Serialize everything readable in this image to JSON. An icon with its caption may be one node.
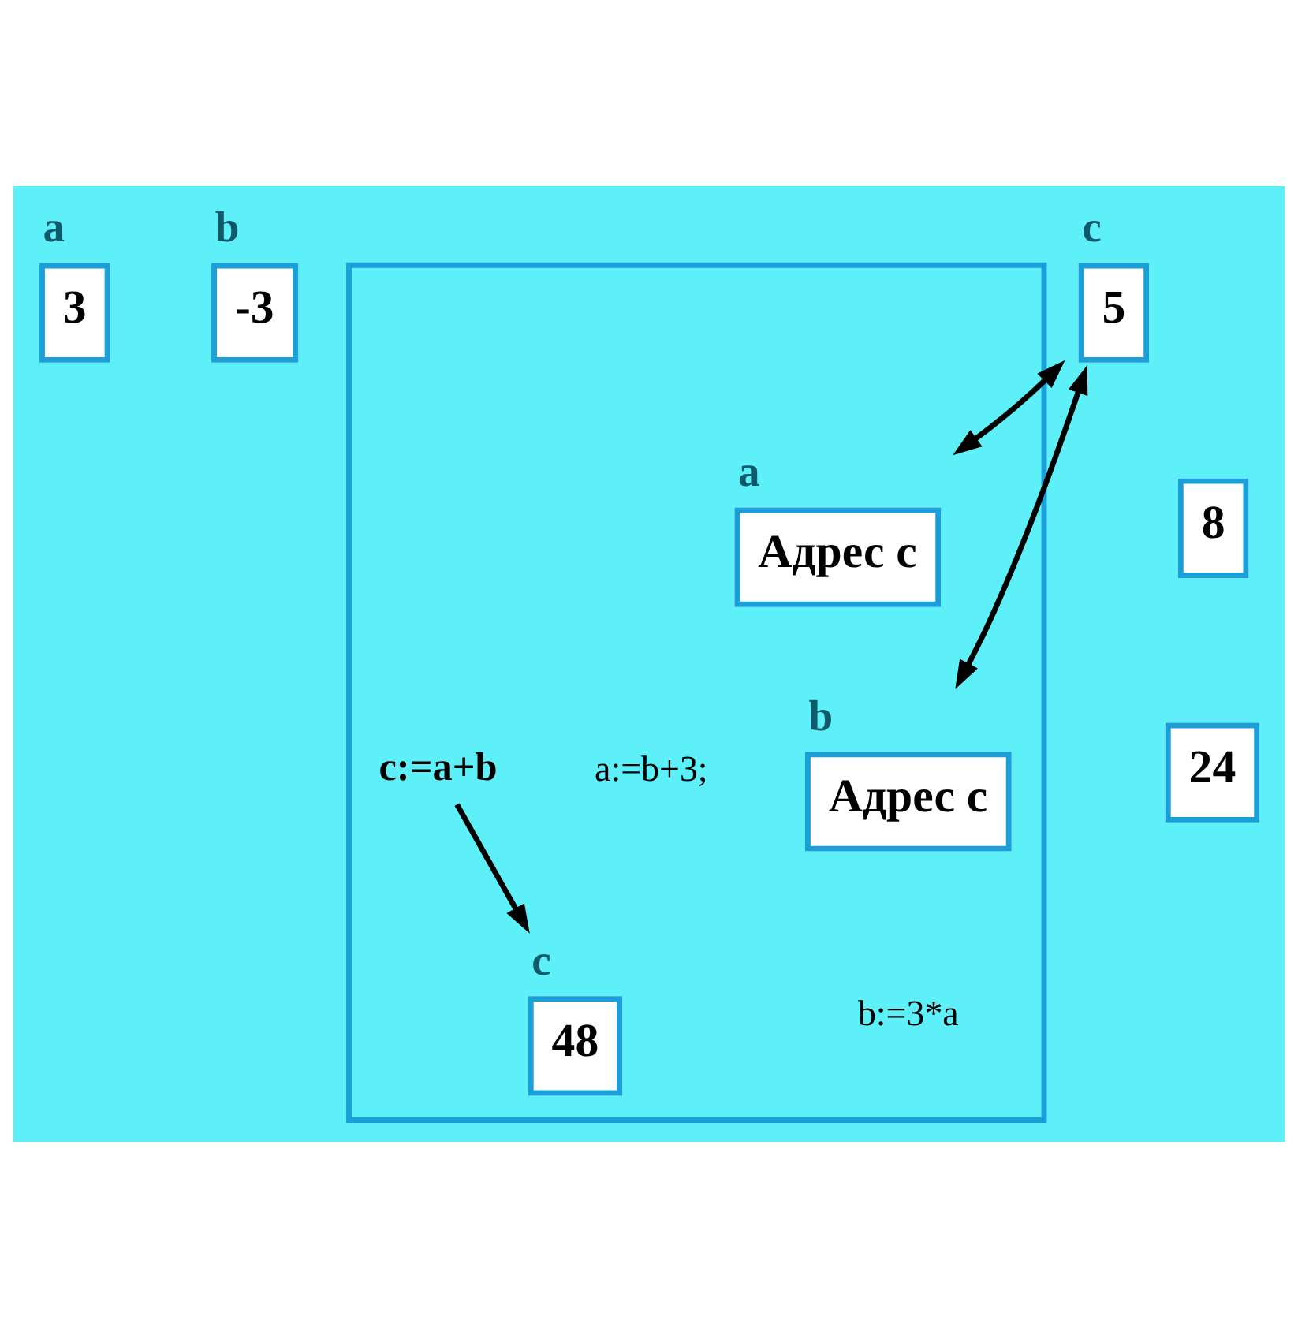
{
  "diagram": {
    "nodes": [
      {
        "text": [
          "a",
          "3"
        ]
      },
      {
        "text": [
          "b",
          "-3"
        ]
      },
      {
        "text": [
          "c",
          "5"
        ]
      },
      {
        "text": [],
        "shape": "box"
      },
      {
        "text": [
          "a",
          "Адрес с"
        ],
        "in": 3
      },
      {
        "text": [
          "b",
          "Адрес с"
        ],
        "in": 3
      },
      {
        "text": [
          "c",
          "48"
        ],
        "in": 3
      },
      {
        "text": [
          "8"
        ]
      },
      {
        "text": [
          "24"
        ]
      },
      {
        "text": [
          "c:=a+b"
        ],
        "in": 3
      }
    ],
    "edges": [
      {
        "from": 2,
        "to": 4,
        "arrow": "both"
      },
      {
        "from": 2,
        "to": 5,
        "arrow": "both"
      },
      {
        "from": 9,
        "to": 6,
        "arrow": "to"
      }
    ],
    "labels": [
      "a:=b+3;",
      "b:=3*a"
    ]
  }
}
